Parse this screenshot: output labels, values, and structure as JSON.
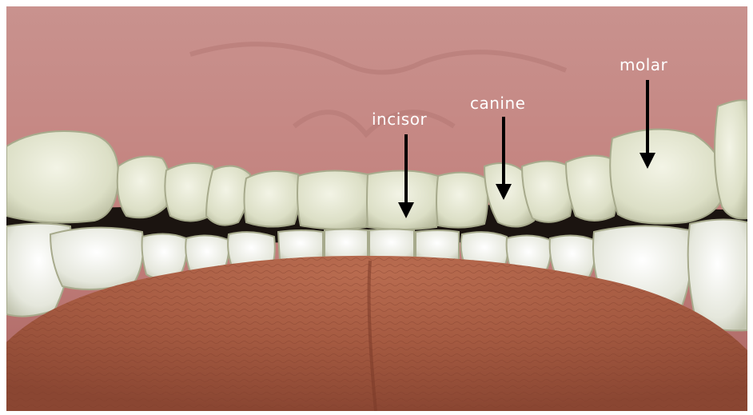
{
  "labels": {
    "incisor": "incisor",
    "canine": "canine",
    "molar": "molar"
  },
  "colors": {
    "gum": "#c98a86",
    "gum_dark": "#a8625f",
    "tooth": "#dfe2cd",
    "tooth_light": "#f4f5ea",
    "tooth_shadow": "#b6b99c",
    "tongue": "#a6583f",
    "tongue_light": "#c77b5d",
    "mouth_dark": "#1b1410",
    "arrow": "#000000",
    "label_text": "#ffffff"
  }
}
